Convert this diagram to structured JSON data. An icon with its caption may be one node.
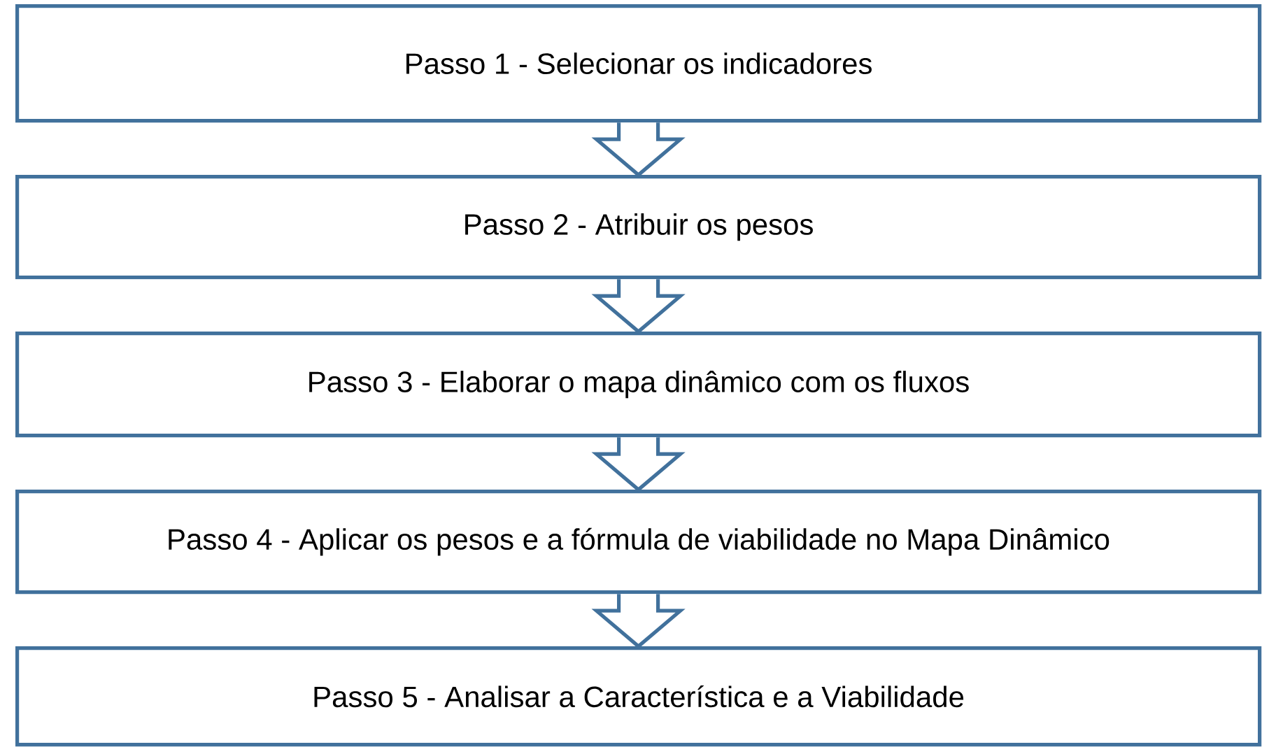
{
  "diagram": {
    "nodes": [
      {
        "text": [
          "Passo 1 - Selecionar os indicadores"
        ]
      },
      {
        "text": [
          "Passo 2 - Atribuir os pesos"
        ]
      },
      {
        "text": [
          "Passo 3 - Elaborar o mapa dinâmico com os fluxos"
        ]
      },
      {
        "text": [
          "Passo 4 - Aplicar os pesos e a fórmula de viabilidade no Mapa Dinâmico"
        ]
      },
      {
        "text": [
          "Passo 5 - Analisar a Característica e a Viabilidade"
        ]
      }
    ],
    "edges": [
      {
        "from": 0,
        "to": 1,
        "arrow": "to"
      },
      {
        "from": 1,
        "to": 2,
        "arrow": "to"
      },
      {
        "from": 2,
        "to": 3,
        "arrow": "to"
      },
      {
        "from": 3,
        "to": 4,
        "arrow": "to"
      }
    ]
  }
}
